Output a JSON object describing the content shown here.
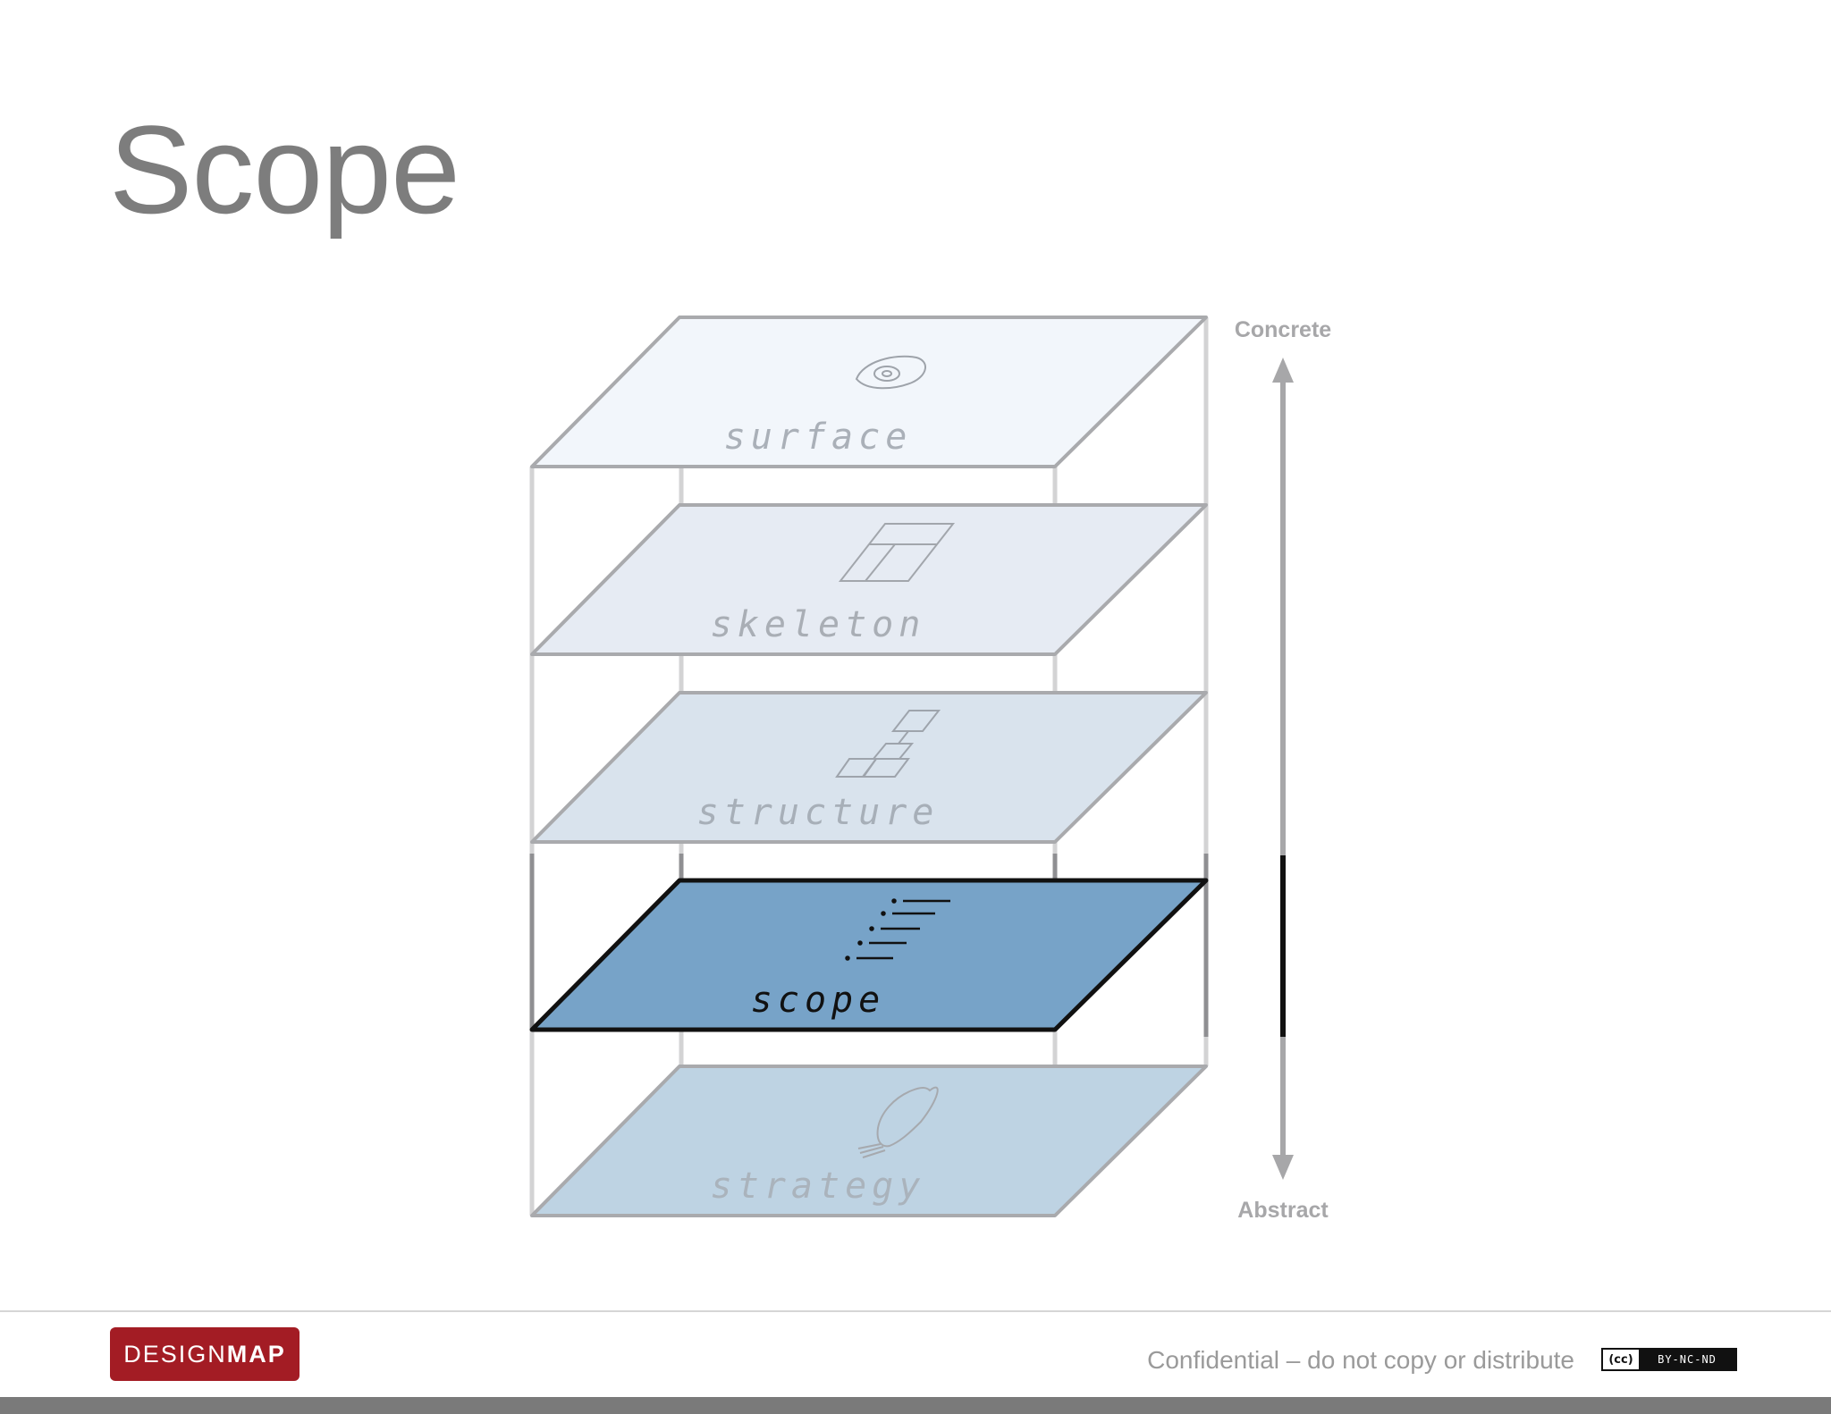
{
  "slide": {
    "title": "Scope"
  },
  "diagram": {
    "planes": [
      {
        "label": "surface",
        "icon": "eye-icon",
        "highlighted": false,
        "fill": "#f2f6fb"
      },
      {
        "label": "skeleton",
        "icon": "wireframe-icon",
        "highlighted": false,
        "fill": "#e6ebf3"
      },
      {
        "label": "structure",
        "icon": "flowchart-icon",
        "highlighted": false,
        "fill": "#d9e3ed"
      },
      {
        "label": "scope",
        "icon": "list-icon",
        "highlighted": true,
        "fill": "#77a3c8"
      },
      {
        "label": "strategy",
        "icon": "lightbulb-icon",
        "highlighted": false,
        "fill": "#bed3e3"
      }
    ],
    "axis": {
      "top_label": "Concrete",
      "bottom_label": "Abstract"
    },
    "colors": {
      "highlight_outline": "#111111",
      "plane_outline": "#a9aaad",
      "axis": "#a7a7a9"
    }
  },
  "footer": {
    "logo_light": "DESIGN",
    "logo_bold": "MAP",
    "logo_color": "#a31c24",
    "confidential": "Confidential – do not copy or distribute",
    "license_mark": "(cc)",
    "license_text": "BY-NC-ND"
  }
}
